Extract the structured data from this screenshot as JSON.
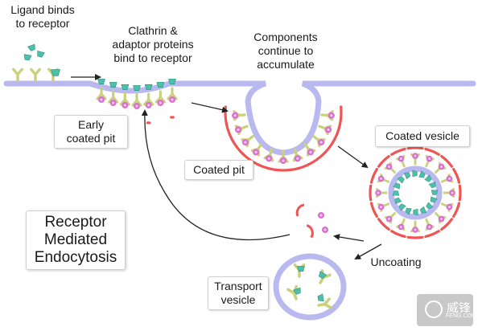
{
  "labels": {
    "ligand": [
      "Ligand binds",
      "to receptor"
    ],
    "clathrin": [
      "Clathrin &",
      "adaptor proteins",
      "bind to receptor"
    ],
    "components": [
      "Components",
      "continue to",
      "accumulate"
    ],
    "early_pit": [
      "Early",
      "coated pit"
    ],
    "coated_pit": "Coated pit",
    "coated_vesicle": "Coated vesicle",
    "title": [
      "Receptor",
      "Mediated",
      "Endocytosis"
    ],
    "uncoating": "Uncoating",
    "transport": [
      "Transport",
      "vesicle"
    ]
  },
  "watermark": {
    "text": "威锋",
    "sub": "FENG.COM"
  },
  "colors": {
    "membrane": "#b9b9ef",
    "clathrin": "#ee5555",
    "adaptor": "#d970d0",
    "receptor": "#c9d27a",
    "ligand": "#4bc1ac",
    "arrow": "#222222"
  }
}
